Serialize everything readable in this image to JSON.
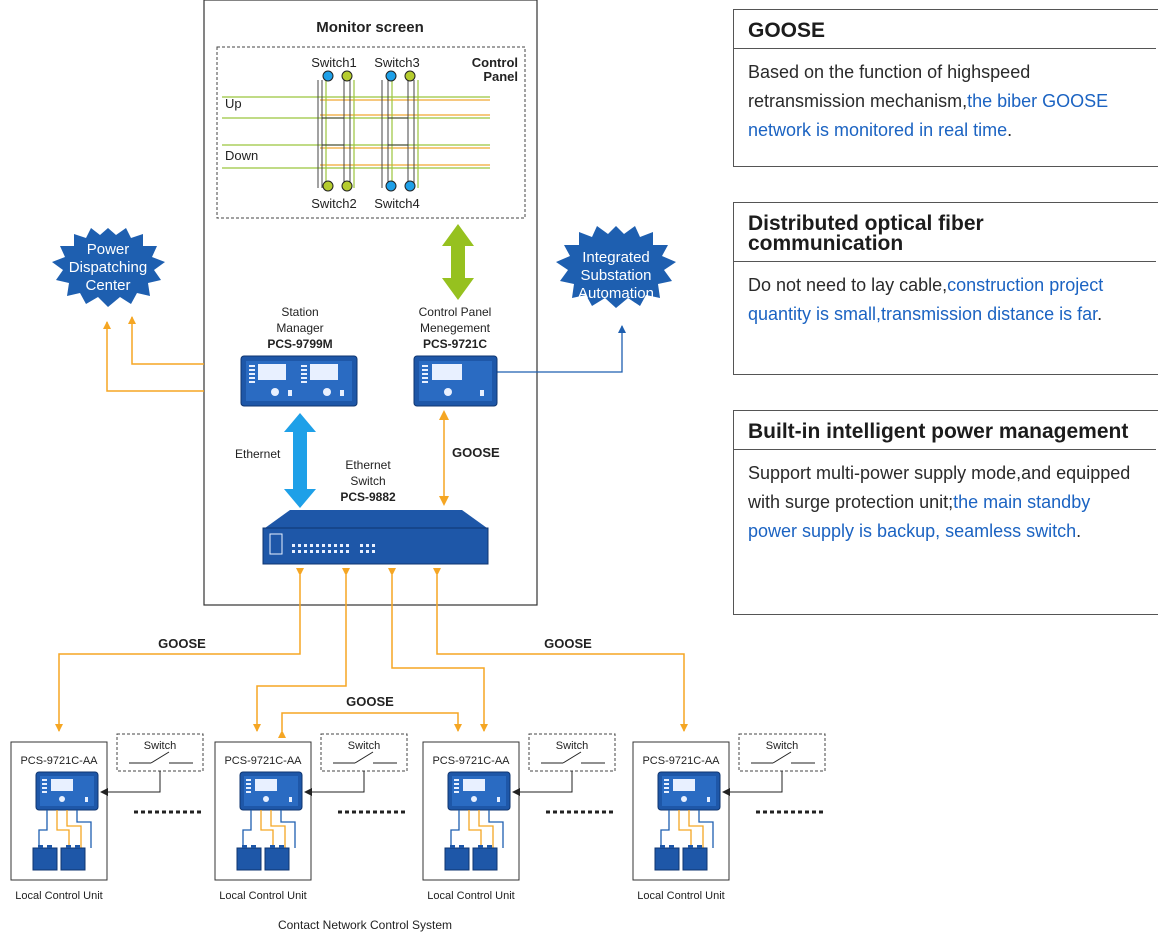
{
  "colors": {
    "orange": "#f5a623",
    "blue": "#1ea0e8",
    "green": "#96c11f",
    "device": "#1e57a8",
    "cloud": "#1e5fb0",
    "highlight": "#1b63c2"
  },
  "monitor": {
    "title": "Monitor screen",
    "control_panel": [
      "Control",
      "Panel"
    ],
    "up": "Up",
    "down": "Down",
    "switches": [
      "Switch1",
      "Switch3",
      "Switch2",
      "Switch4"
    ]
  },
  "clouds": {
    "power": [
      "Power",
      "Dispatching",
      "Center"
    ],
    "integrated": [
      "Integrated",
      "Substation",
      "Automation"
    ]
  },
  "station_manager": {
    "lines": [
      "Station",
      "Manager"
    ],
    "model": "PCS-9799M"
  },
  "control_panel_mgmt": {
    "lines": [
      "Control Panel",
      "Menegement"
    ],
    "model": "PCS-9721C"
  },
  "ethernet_switch": {
    "lines": [
      "Ethernet",
      "Switch"
    ],
    "model": "PCS-9882"
  },
  "link_labels": {
    "ethernet": "Ethernet",
    "goose_right": "GOOSE",
    "goose_left": "GOOSE",
    "goose_mid": "GOOSE",
    "goose_far": "GOOSE"
  },
  "units": [
    {
      "model": "PCS-9721C-AA",
      "label": "Local Control Unit",
      "switch": "Switch"
    },
    {
      "model": "PCS-9721C-AA",
      "label": "Local Control Unit",
      "switch": "Switch"
    },
    {
      "model": "PCS-9721C-AA",
      "label": "Local Control Unit",
      "switch": "Switch"
    },
    {
      "model": "PCS-9721C-AA",
      "label": "Local Control Unit",
      "switch": "Switch"
    }
  ],
  "caption": "Contact Network Control System",
  "features": [
    {
      "title": "GOOSE",
      "text": "Based on the function of highspeed retransmission mechanism,",
      "highlight": "the biber GOOSE network is monitored in real time",
      "tail": "."
    },
    {
      "title": "Distributed optical fiber communication",
      "text": "Do not need to lay cable,",
      "highlight": "construction project quantity is small,transmission distance is far",
      "tail": "."
    },
    {
      "title": "Built-in intelligent power management",
      "text": "Support multi-power supply mode,and equipped with surge protection unit;",
      "highlight": "the main standby power supply is backup, seamless switch",
      "tail": "."
    }
  ]
}
